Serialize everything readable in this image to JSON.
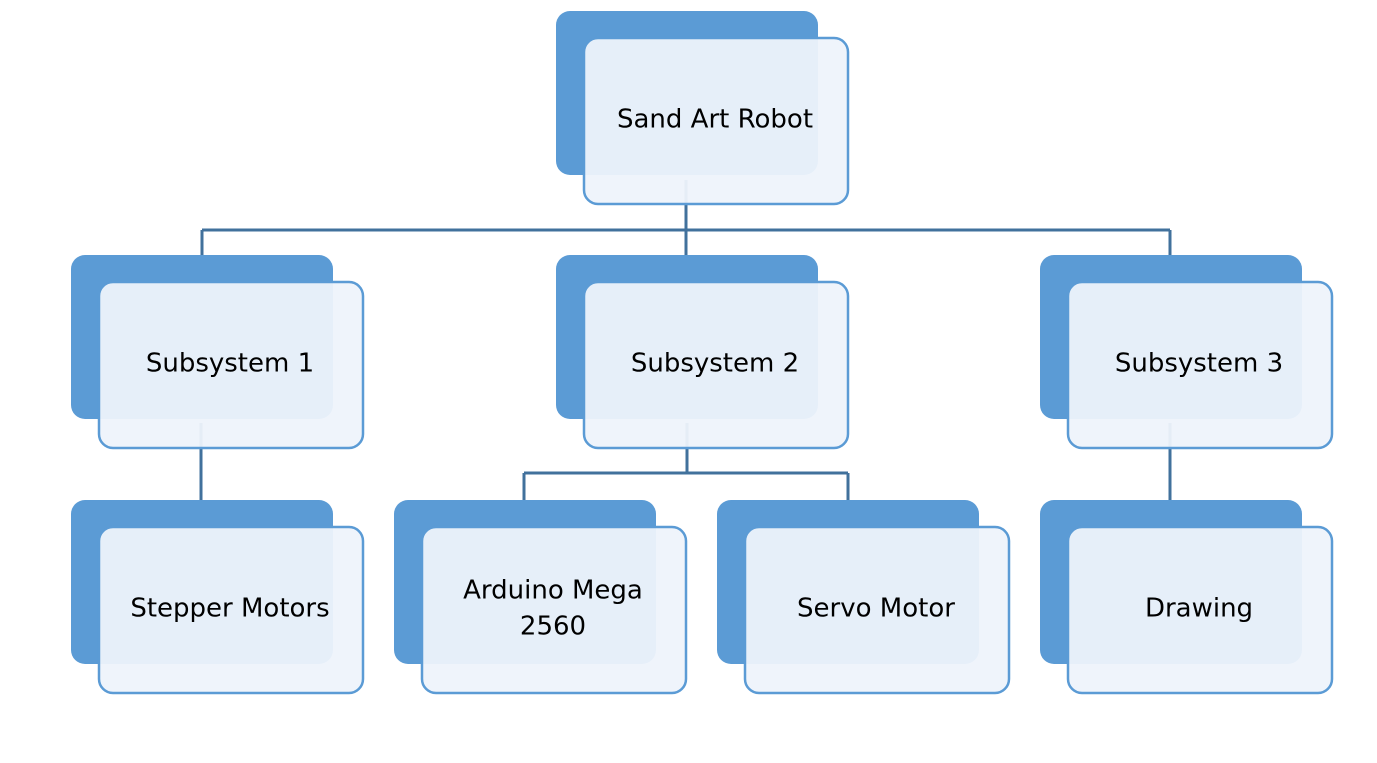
{
  "nodes": [
    {
      "id": "root",
      "label_lines": [
        "Sand Art Robot"
      ]
    },
    {
      "id": "sub1",
      "label_lines": [
        "Subsystem 1"
      ]
    },
    {
      "id": "sub2",
      "label_lines": [
        "Subsystem 2"
      ]
    },
    {
      "id": "sub3",
      "label_lines": [
        "Subsystem 3"
      ]
    },
    {
      "id": "stepper",
      "label_lines": [
        "Stepper Motors"
      ]
    },
    {
      "id": "arduino",
      "label_lines": [
        "Arduino Mega",
        "2560"
      ]
    },
    {
      "id": "servo",
      "label_lines": [
        "Servo Motor"
      ]
    },
    {
      "id": "drawing",
      "label_lines": [
        "Drawing"
      ]
    }
  ],
  "edges": [
    {
      "from": "root",
      "to": "sub1"
    },
    {
      "from": "root",
      "to": "sub2"
    },
    {
      "from": "root",
      "to": "sub3"
    },
    {
      "from": "sub1",
      "to": "stepper"
    },
    {
      "from": "sub2",
      "to": "arduino"
    },
    {
      "from": "sub2",
      "to": "servo"
    },
    {
      "from": "sub3",
      "to": "drawing"
    }
  ],
  "colors": {
    "back_fill": "#5b9bd5",
    "front_fill": "#eef3fb",
    "front_stroke": "#5b9bd5",
    "connector": "#41719c",
    "text": "#000000"
  }
}
